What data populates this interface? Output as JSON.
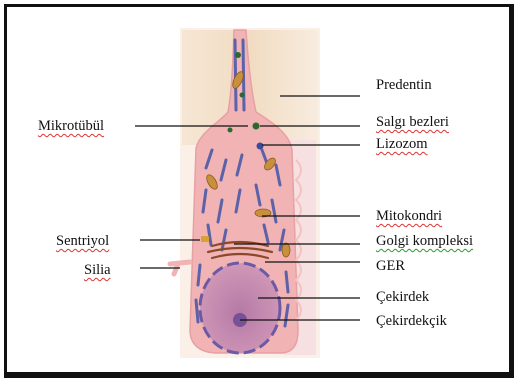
{
  "diagram": {
    "labels_right": [
      {
        "id": "predentin",
        "text": "Predentin"
      },
      {
        "id": "salgi",
        "text": "Salgı bezleri"
      },
      {
        "id": "lizozom",
        "text": "Lizozom"
      },
      {
        "id": "mitokondri",
        "text": "Mitokondri"
      },
      {
        "id": "golgi",
        "text": "Golgi kompleksi"
      },
      {
        "id": "ger",
        "text": "GER"
      },
      {
        "id": "cekirdek",
        "text": "Çekirdek"
      },
      {
        "id": "cekirdekcik",
        "text": "Çekirdekçik"
      }
    ],
    "labels_left": [
      {
        "id": "mikrotubul",
        "text": "Mikrotübül"
      },
      {
        "id": "sentriyol",
        "text": "Sentriyol"
      },
      {
        "id": "silia",
        "text": "Silia"
      }
    ]
  }
}
